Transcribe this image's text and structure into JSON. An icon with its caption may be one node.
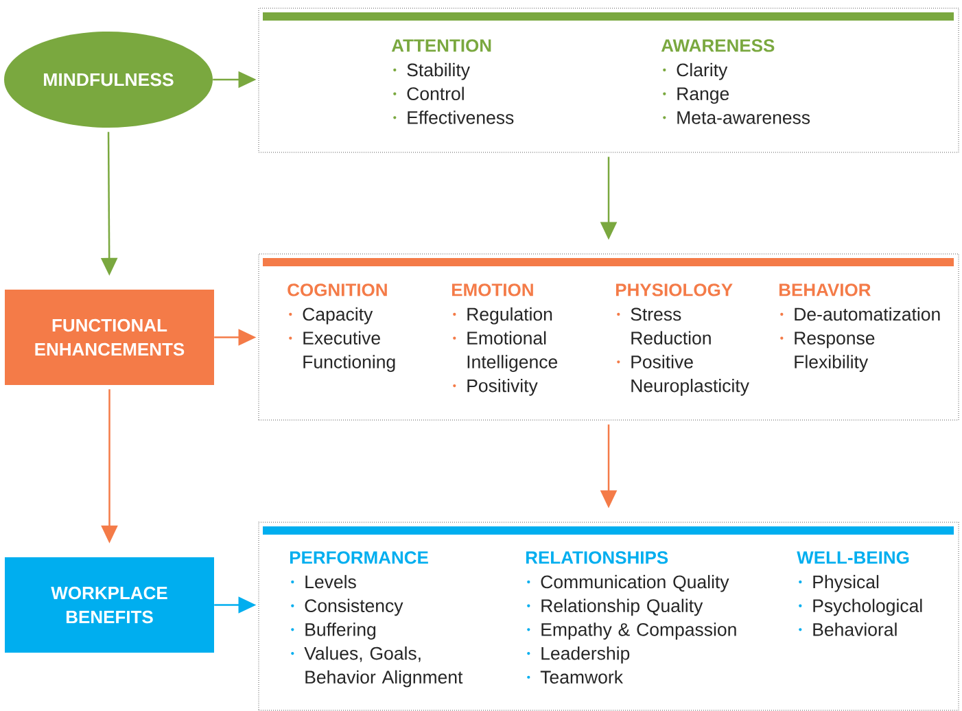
{
  "diagram": {
    "nodes": [
      {
        "text": [
          "MINDFULNESS"
        ]
      },
      {
        "text": [],
        "shape": "box"
      },
      {
        "text": [
          "ATTENTION",
          "Stability",
          "Control",
          "Effectiveness"
        ],
        "in": 1
      },
      {
        "text": [
          "AWARENESS",
          "Clarity",
          "Range",
          "Meta-awareness"
        ],
        "in": 1
      },
      {
        "text": [
          "FUNCTIONAL ENHANCEMENTS"
        ]
      },
      {
        "text": [],
        "shape": "box"
      },
      {
        "text": [
          "COGNITION",
          "Capacity",
          "Executive Functioning"
        ],
        "in": 5
      },
      {
        "text": [
          "EMOTION",
          "Regulation",
          "Emotional Intelligence",
          "Positivity"
        ],
        "in": 5
      },
      {
        "text": [
          "PHYSIOLOGY",
          "Stress Reduction",
          "Positive Neuroplasticity"
        ],
        "in": 5
      },
      {
        "text": [
          "BEHAVIOR",
          "De-automatization",
          "Response Flexibility"
        ],
        "in": 5
      },
      {
        "text": [
          "WORKPLACE BENEFITS"
        ]
      },
      {
        "text": [],
        "shape": "box"
      },
      {
        "text": [
          "PERFORMANCE",
          "Levels",
          "Consistency",
          "Buffering",
          "Values, Goals, Behavior Alignment"
        ],
        "in": 11
      },
      {
        "text": [
          "RELATIONSHIPS",
          "Communication Quality",
          "Relationship Quality",
          "Empathy & Compassion",
          "Leadership",
          "Teamwork"
        ],
        "in": 11
      },
      {
        "text": [
          "WELL-BEING",
          "Physical",
          "Psychological",
          "Behavioral"
        ],
        "in": 11
      }
    ],
    "edges": [
      {
        "from": 0,
        "to": 1,
        "arrow": "to",
        "color": "#7aa83f"
      },
      {
        "from": 0,
        "to": 4,
        "arrow": "to",
        "color": "#7aa83f"
      },
      {
        "from": 1,
        "to": 5,
        "arrow": "to",
        "color": "#7aa83f"
      },
      {
        "from": 4,
        "to": 5,
        "arrow": "to",
        "color": "#f47b48"
      },
      {
        "from": 4,
        "to": 10,
        "arrow": "to",
        "color": "#f47b48"
      },
      {
        "from": 5,
        "to": 11,
        "arrow": "to",
        "color": "#f47b48"
      },
      {
        "from": 10,
        "to": 11,
        "arrow": "to",
        "color": "#00aeef"
      }
    ]
  }
}
